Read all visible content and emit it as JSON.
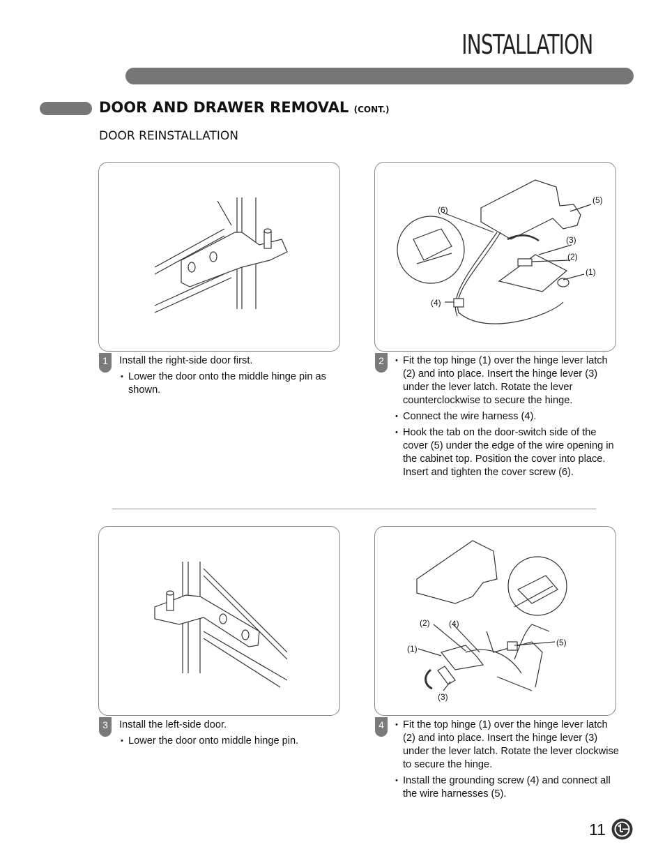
{
  "header": {
    "title": "INSTALLATION"
  },
  "section": {
    "title": "DOOR AND DRAWER REMOVAL",
    "title_suffix": "(CONT.)",
    "subtitle": "DOOR REINSTALLATION"
  },
  "steps": [
    {
      "number": "1",
      "intro": "Install the right-side door first.",
      "bullets": [
        "Lower the door onto the middle hinge pin as shown."
      ]
    },
    {
      "number": "2",
      "intro": "",
      "bullets": [
        "Fit the top hinge (1) over the hinge lever latch (2) and into place. Insert the hinge lever (3) under the lever latch. Rotate the lever counterclockwise to secure the hinge.",
        "Connect the wire harness (4).",
        "Hook the tab on the door-switch side of the cover (5) under the edge of the wire opening in the cabinet top. Position the cover into place. Insert and tighten the cover screw (6)."
      ],
      "labels": [
        "(1)",
        "(2)",
        "(3)",
        "(4)",
        "(5)",
        "(6)"
      ]
    },
    {
      "number": "3",
      "intro": "Install the left-side door.",
      "bullets": [
        "Lower the door onto middle hinge pin."
      ]
    },
    {
      "number": "4",
      "intro": "",
      "bullets": [
        "Fit the top hinge (1) over the hinge lever latch (2) and into place. Insert the hinge lever (3) under the lever latch. Rotate the lever clockwise to secure the hinge.",
        "Install the grounding screw (4) and connect all the wire harnesses (5)."
      ],
      "labels": [
        "(1)",
        "(2)",
        "(3)",
        "(4)",
        "(5)"
      ]
    }
  ],
  "footer": {
    "page_number": "11",
    "logo": "LG"
  }
}
